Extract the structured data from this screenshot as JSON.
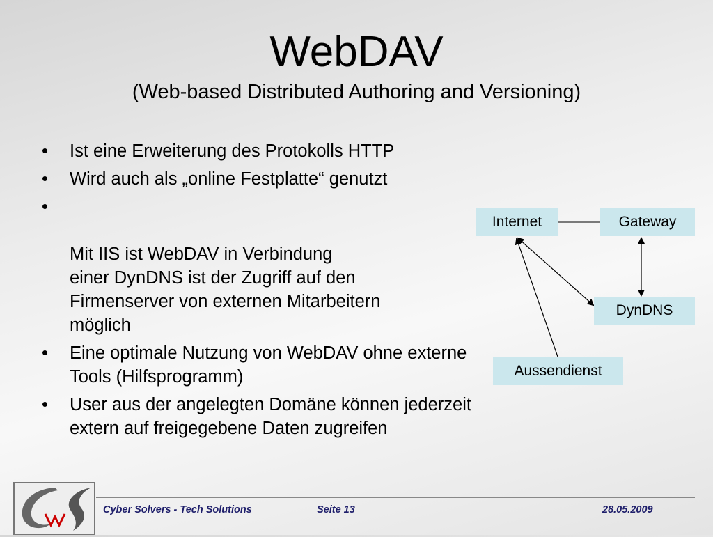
{
  "slide": {
    "title": "WebDAV",
    "subtitle": "(Web-based Distributed Authoring and Versioning)",
    "bullet_symbol": "•",
    "bullets": [
      "Ist eine Erweiterung des Protokolls HTTP",
      "Wird auch als „online Festplatte“ genutzt",
      "Mit IIS ist WebDAV in Verbindung\neiner DynDNS ist der Zugriff auf den Firmenserver von externen Mitarbeitern möglich",
      "Eine optimale Nutzung von WebDAV ohne externe Tools (Hilfsprogramm)",
      "User aus der angelegten Domäne können jederzeit extern auf freigegebene Daten zugreifen"
    ]
  },
  "diagram": {
    "nodes": {
      "internet": "Internet",
      "gateway": "Gateway",
      "dyndns": "DynDNS",
      "aussendienst": "Aussendienst"
    },
    "colors": {
      "node_fill": "#cbe7ed",
      "line": "#000000"
    }
  },
  "footer": {
    "company": "Cyber Solvers - Tech Solutions",
    "page": "Seite 13",
    "date": "28.05.2009",
    "logo_icon": "cyber-solvers-logo-icon",
    "text_color": "#1f1f6b"
  }
}
